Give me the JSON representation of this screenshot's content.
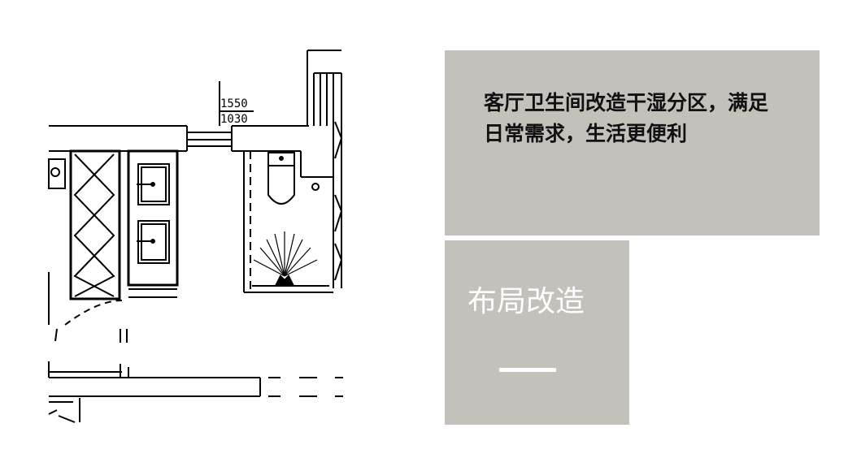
{
  "floorplan": {
    "dimension_top": "1550",
    "dimension_bottom": "1030"
  },
  "caption": {
    "text": "客厅卫生间改造干湿分区，满足日常需求，生活更便利"
  },
  "title": {
    "text": "布局改造"
  }
}
